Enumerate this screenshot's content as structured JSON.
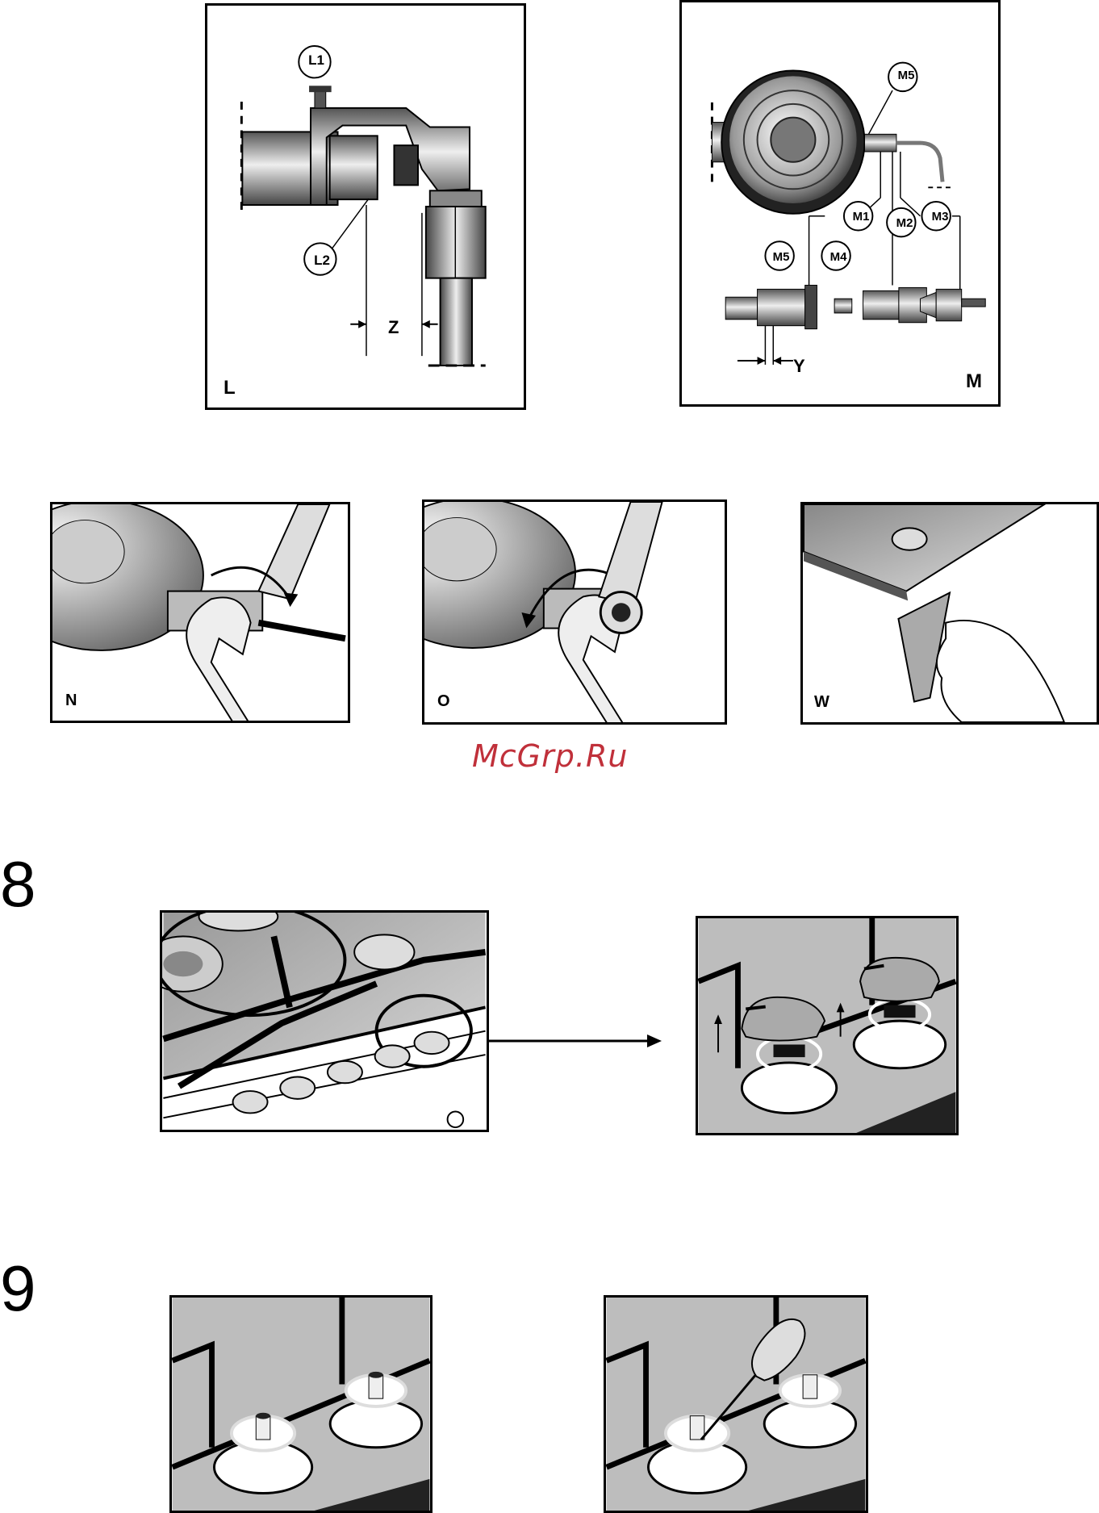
{
  "figures": {
    "L": {
      "label": "L",
      "callouts": [
        "L1",
        "L2"
      ],
      "dimension": "Z"
    },
    "M": {
      "label": "M",
      "callouts": [
        "M5",
        "M1",
        "M2",
        "M3",
        "M5",
        "M4"
      ],
      "dimension": "Y"
    },
    "N": {
      "label": "N"
    },
    "O": {
      "label": "O"
    },
    "W": {
      "label": "W"
    }
  },
  "watermark": "McGrp.Ru",
  "sections": [
    {
      "number": "8"
    },
    {
      "number": "9"
    }
  ],
  "colors": {
    "watermark": "#c0303a",
    "panel_gray": "#bdbdbd",
    "line": "#000000"
  }
}
